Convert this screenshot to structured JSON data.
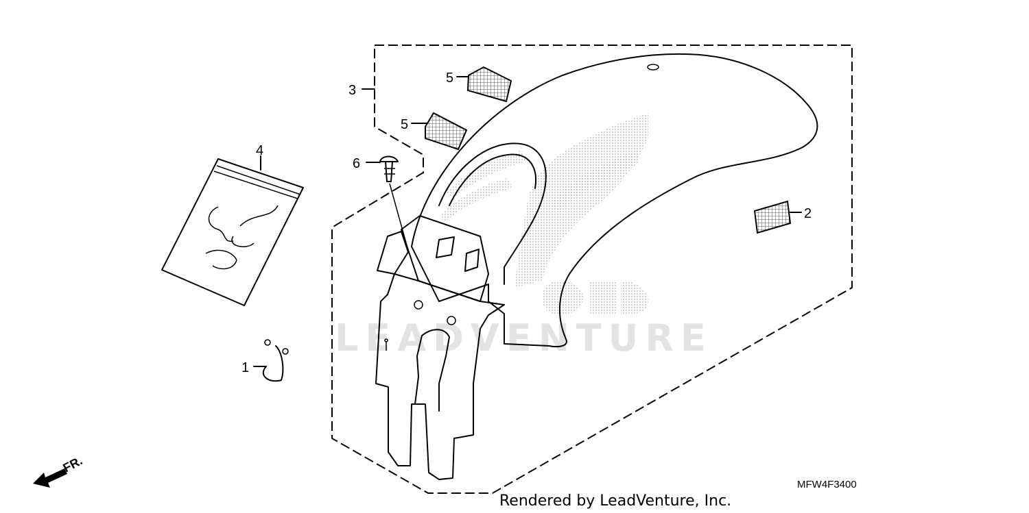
{
  "diagram": {
    "callouts": {
      "c1": "1",
      "c2": "2",
      "c3": "3",
      "c4": "4",
      "c5a": "5",
      "c5b": "5",
      "c6": "6"
    },
    "watermark": "LEADVENTURE",
    "diagram_code": "MFW4F3400",
    "credit": "Rendered by LeadVenture, Inc.",
    "front_indicator": "FR."
  }
}
